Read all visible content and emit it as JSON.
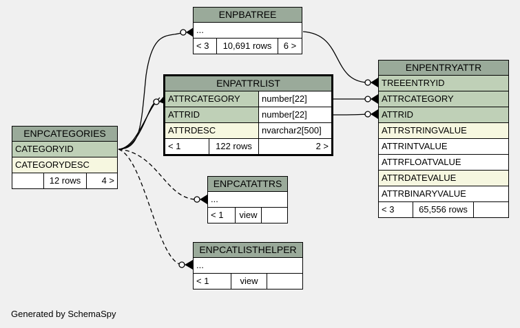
{
  "tables": {
    "enpbatree": {
      "name": "ENPBATREE",
      "rows": [
        "..."
      ],
      "footer": [
        "< 3",
        "10,691 rows",
        "6 >"
      ]
    },
    "enpattrlist": {
      "name": "ENPATTRLIST",
      "columns": [
        {
          "name": "ATTRCATEGORY",
          "type": "number[22]"
        },
        {
          "name": "ATTRID",
          "type": "number[22]"
        },
        {
          "name": "ATTRDESC",
          "type": "nvarchar2[500]"
        }
      ],
      "footer": [
        "< 1",
        "122 rows",
        "2 >"
      ]
    },
    "enpcategories": {
      "name": "ENPCATEGORIES",
      "columns": [
        "CATEGORYID",
        "CATEGORYDESC"
      ],
      "footer": [
        "",
        "12 rows",
        "4 >"
      ]
    },
    "enpentryattr": {
      "name": "ENPENTRYATTR",
      "columns": [
        "TREEENTRYID",
        "ATTRCATEGORY",
        "ATTRID",
        "ATTRSTRINGVALUE",
        "ATTRINTVALUE",
        "ATTRFLOATVALUE",
        "ATTRDATEVALUE",
        "ATTRBINARYVALUE"
      ],
      "footer": [
        "< 3",
        "65,556 rows",
        ""
      ]
    },
    "enpcatattrs": {
      "name": "ENPCATATTRS",
      "rows": [
        "..."
      ],
      "footer": [
        "< 1",
        "view",
        ""
      ]
    },
    "enpcatlisthelper": {
      "name": "ENPCATLISTHELPER",
      "rows": [
        "..."
      ],
      "footer": [
        "< 1",
        "view",
        ""
      ]
    }
  },
  "credit": "Generated by SchemaSpy",
  "colors": {
    "header": "#9aaa9a",
    "key": "#bfd0b7",
    "plain": "#f6f7e0",
    "background": "#f0f0f0"
  }
}
